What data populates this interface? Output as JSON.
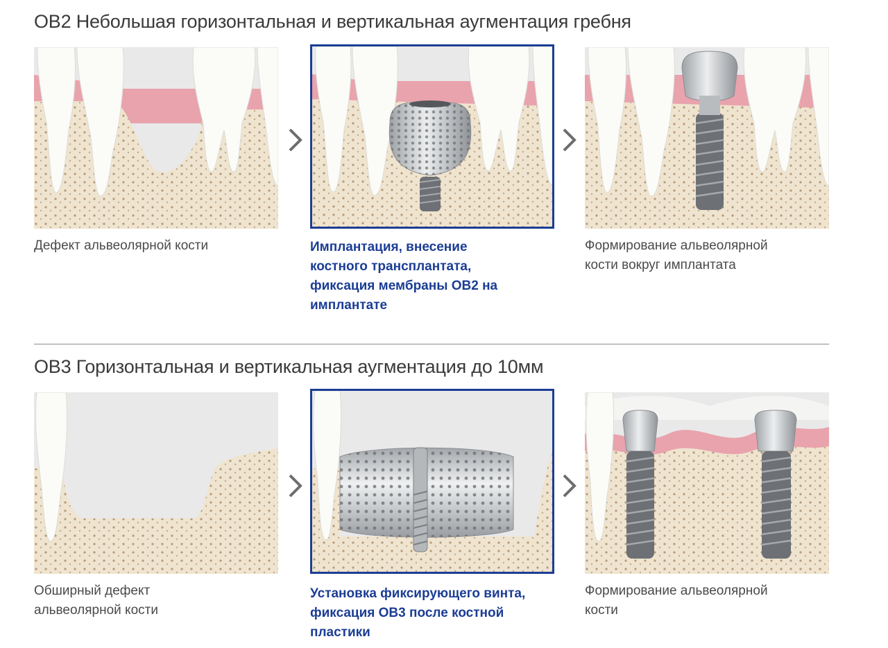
{
  "colors": {
    "accent_blue": "#1b3d94",
    "text_gray": "#4a4a4a",
    "title_gray": "#3a3a3a",
    "bone": "#efe4cf",
    "gum": "#e9a3ad",
    "tooth": "#fbfbf8",
    "metal": "#b9bcbf",
    "background_panel": "#e9e9ea"
  },
  "sections": [
    {
      "title": "OB2 Небольшая горизонтальная и вертикальная аугментация гребня",
      "steps": [
        {
          "caption_lines": [
            "Дефект альвеолярной кости"
          ],
          "highlighted": false,
          "illustration": "bone-defect-small"
        },
        {
          "caption_lines": [
            "Имплантация, внесение",
            "костного трансплантата,",
            "фиксация мембраны OB2 на",
            "имплантате"
          ],
          "highlighted": true,
          "illustration": "ob2-membrane-on-implant"
        },
        {
          "caption_lines": [
            "Формирование альвеолярной",
            "кости вокруг имплантата"
          ],
          "highlighted": false,
          "illustration": "implant-with-crown"
        }
      ]
    },
    {
      "title": "OB3 Горизонтальная и вертикальная аугментация до 10мм",
      "steps": [
        {
          "caption_lines": [
            "Обширный дефект",
            "альвеолярной кости"
          ],
          "highlighted": false,
          "illustration": "bone-defect-large"
        },
        {
          "caption_lines": [
            "Установка фиксирующего винта,",
            "фиксация OB3 после костной",
            "пластики"
          ],
          "highlighted": true,
          "illustration": "ob3-mesh-with-screw"
        },
        {
          "caption_lines": [
            "Формирование альвеолярной",
            "кости"
          ],
          "highlighted": false,
          "illustration": "two-implants"
        }
      ]
    }
  ],
  "arrow_icon": "chevron-right-icon"
}
